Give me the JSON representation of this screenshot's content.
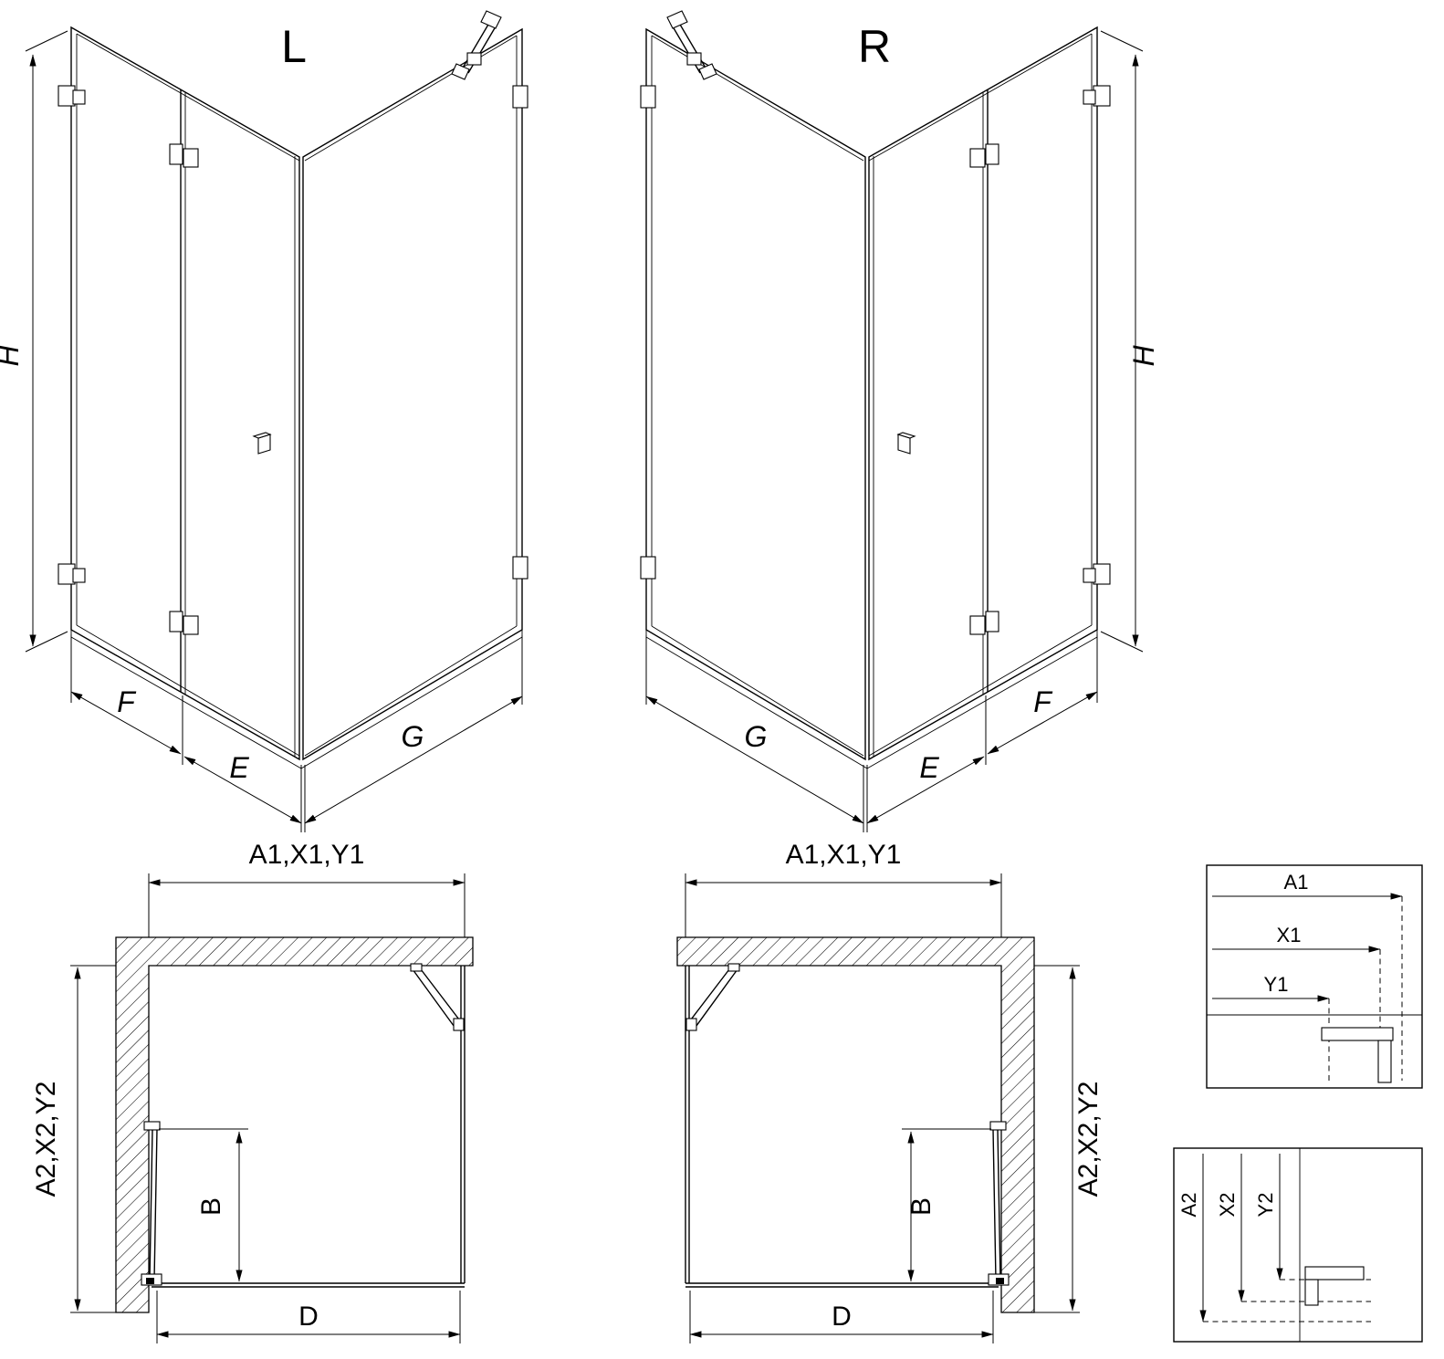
{
  "background": "#ffffff",
  "ink": "#000000",
  "iso_left": {
    "variant_label": "L",
    "height": "H",
    "fixed_panel": "F",
    "door": "E",
    "return_panel": "G"
  },
  "iso_right": {
    "variant_label": "R",
    "height": "H",
    "fixed_panel": "F",
    "door": "E",
    "return_panel": "G"
  },
  "plan_left": {
    "width_top": "A1,X1,Y1",
    "depth_side": "A2,X2,Y2",
    "door_clearance": "B",
    "width_bottom": "D"
  },
  "plan_right": {
    "width_top": "A1,X1,Y1",
    "depth_side": "A2,X2,Y2",
    "door_clearance": "B",
    "width_bottom": "D"
  },
  "detail_width": {
    "dims": [
      "A1",
      "X1",
      "Y1"
    ]
  },
  "detail_depth": {
    "dims": [
      "A2",
      "X2",
      "Y2"
    ]
  }
}
